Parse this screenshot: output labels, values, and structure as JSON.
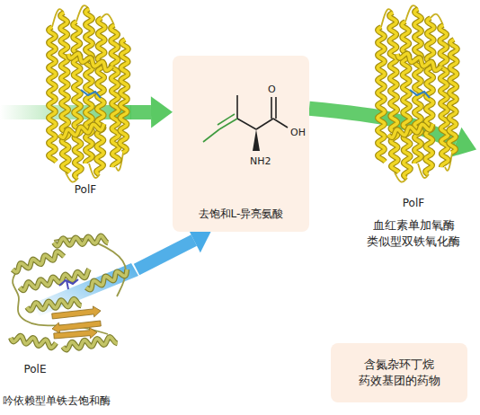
{
  "diagram": {
    "nodes": [
      {
        "text": [
          "PolF"
        ]
      },
      {
        "text": [
          "PolE",
          "吟依赖型单铁去饱和酶"
        ]
      },
      {
        "text": [
          "去饱和L-异亮氨酸"
        ]
      },
      {
        "text": [
          "PolF",
          "血红素单加氧酶 类似型双铁氧化酶"
        ]
      },
      {
        "text": [
          "含氮杂环丁烷 药效基团的药物"
        ]
      }
    ],
    "edges": [
      {
        "from": 0,
        "to": 2,
        "arrow": "to"
      },
      {
        "from": 1,
        "to": 2,
        "arrow": "to"
      },
      {
        "from": 2,
        "to": 3,
        "arrow": "to"
      }
    ],
    "labels": [
      "O",
      "OH",
      "NH2"
    ]
  }
}
